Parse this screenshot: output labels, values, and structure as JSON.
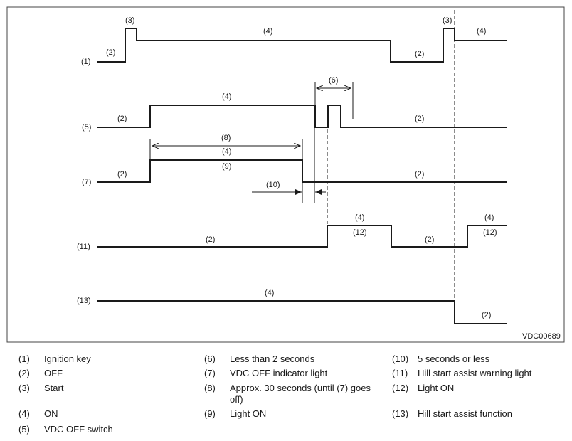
{
  "code": "VDC00689",
  "signals": {
    "s1": {
      "num": "(1)"
    },
    "s5": {
      "num": "(5)"
    },
    "s7": {
      "num": "(7)"
    },
    "s11": {
      "num": "(11)"
    },
    "s13": {
      "num": "(13)"
    }
  },
  "annotations": {
    "n2": "(2)",
    "n3": "(3)",
    "n4": "(4)",
    "n6": "(6)",
    "n8": "(8)",
    "n9": "(9)",
    "n10": "(10)",
    "n12": "(12)"
  },
  "legend": [
    {
      "num": "(1)",
      "text": "Ignition key"
    },
    {
      "num": "(2)",
      "text": "OFF"
    },
    {
      "num": "(3)",
      "text": "Start"
    },
    {
      "num": "(4)",
      "text": "ON"
    },
    {
      "num": "(5)",
      "text": "VDC OFF switch"
    },
    {
      "num": "(6)",
      "text": "Less than 2 seconds"
    },
    {
      "num": "(7)",
      "text": "VDC OFF indicator light"
    },
    {
      "num": "(8)",
      "text": "Approx. 30 seconds (until (7) goes off)"
    },
    {
      "num": "(9)",
      "text": "Light ON"
    },
    {
      "num": "(10)",
      "text": "5 seconds or less"
    },
    {
      "num": "(11)",
      "text": "Hill start assist warning light"
    },
    {
      "num": "(12)",
      "text": "Light ON"
    },
    {
      "num": "(13)",
      "text": "Hill start assist function"
    }
  ]
}
